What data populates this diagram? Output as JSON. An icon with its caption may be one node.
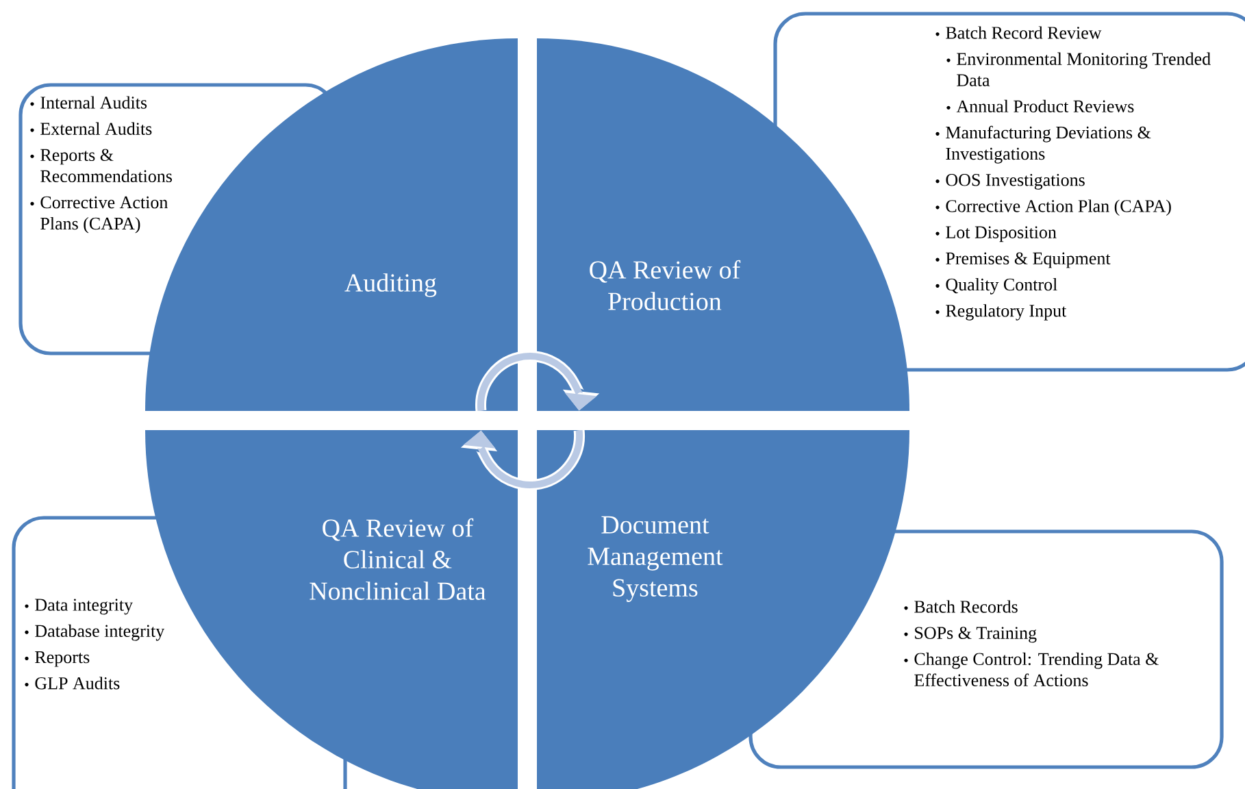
{
  "diagram": {
    "nodes": [
      {
        "text": [
          "Internal Audits",
          "External Audits",
          "Reports & Recommendations",
          "Corrective Action Plans (CAPA)"
        ]
      },
      {
        "text": [
          "Auditing"
        ]
      },
      {
        "text": [
          "QA Review of Production"
        ]
      },
      {
        "text": [
          "Batch Record Review",
          "Environmental Monitoring Trended Data",
          "Annual Product Reviews",
          "Manufacturing Deviations & Investigations",
          "OOS Investigations",
          "Corrective Action Plan (CAPA)",
          "Lot Disposition",
          "Premises & Equipment",
          "Quality Control",
          "Regulatory Input"
        ]
      },
      {
        "text": [
          "Data integrity",
          "Database integrity",
          "Reports",
          "GLP Audits"
        ]
      },
      {
        "text": [
          "QA Review of Clinical & Nonclinical Data"
        ]
      },
      {
        "text": [
          "Document Management Systems"
        ]
      },
      {
        "text": [
          "Batch Records",
          "SOPs & Training",
          "Change Control:  Trending Data & Effectiveness of Actions"
        ]
      }
    ],
    "edges": [
      {
        "from": 1,
        "to": 2,
        "arrow": "to"
      },
      {
        "from": 6,
        "to": 5,
        "arrow": "to"
      }
    ]
  }
}
